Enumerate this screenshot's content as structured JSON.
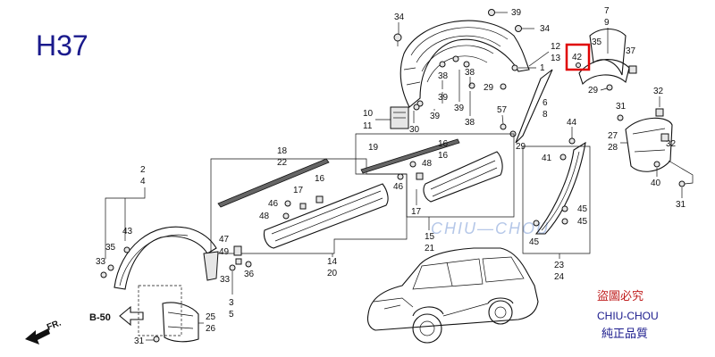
{
  "diagram_code": "H37",
  "front_label": "FR.",
  "ref_label": "B-50",
  "watermark": "CHIU—CHOU",
  "stamp": {
    "line1": "盜圖必究",
    "line2": "CHIU-CHOU",
    "line3": "純正品質"
  },
  "colors": {
    "code": "#1a1a8c",
    "highlight": "#e00000",
    "stamp": "#c02020",
    "stamp_blue": "#1a1a8c",
    "watermark": "#7a9bd6"
  },
  "callouts": {
    "n34a": "34",
    "n39a": "39",
    "n34b": "34",
    "n12": "12",
    "n13": "13",
    "n7": "7",
    "n9": "9",
    "n35": "35",
    "n42": "42",
    "n37": "37",
    "n1": "1",
    "n38a": "38",
    "n39b": "39",
    "n29a": "29",
    "n29b": "29",
    "n6": "6",
    "n8": "8",
    "n39c": "39",
    "n38b": "38",
    "n39d": "39",
    "n38c": "38",
    "n10": "10",
    "n11": "11",
    "n30": "30",
    "n57": "57",
    "n44": "44",
    "n32": "32",
    "n31a": "31",
    "n27": "27",
    "n28": "28",
    "n32b": "32",
    "n18": "18",
    "n22": "22",
    "n19": "19",
    "n16a": "16",
    "n16b": "16",
    "n48a": "48",
    "n46a": "46",
    "n17a": "17",
    "n16c": "16",
    "n46b": "46",
    "n48b": "48",
    "n17b": "17",
    "n29c": "29",
    "n41": "41",
    "n45a": "45",
    "n45b": "45",
    "n45c": "45",
    "n40": "40",
    "n31b": "31",
    "n2": "2",
    "n4": "4",
    "n43": "43",
    "n35b": "35",
    "n33a": "33",
    "n47": "47",
    "n49": "49",
    "n36": "36",
    "n33b": "33",
    "n3": "3",
    "n5": "5",
    "n14": "14",
    "n20": "20",
    "n15": "15",
    "n21": "21",
    "n23": "23",
    "n24": "24",
    "n25": "25",
    "n26": "26",
    "n31c": "31"
  }
}
